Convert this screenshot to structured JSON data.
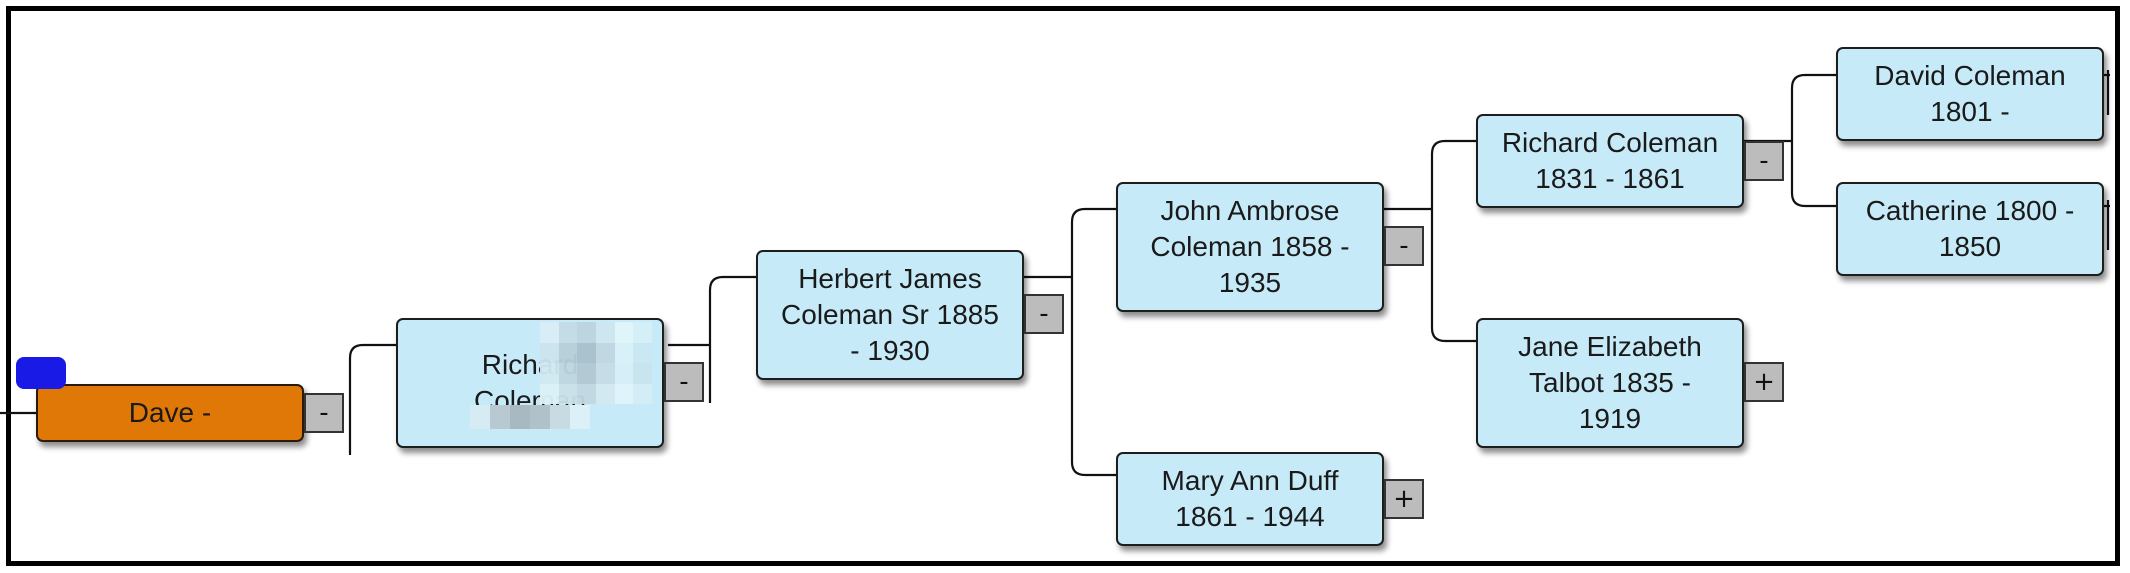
{
  "tree": {
    "root": {
      "label": "Dave -",
      "toggle": "-"
    },
    "badge": "",
    "gen1": [
      {
        "id": "richard-1",
        "label": "Richard\nColeman",
        "toggle": "-"
      }
    ],
    "gen2": [
      {
        "id": "herbert",
        "label": "Herbert James\nColeman Sr 1885\n- 1930",
        "toggle": "-"
      }
    ],
    "gen3": [
      {
        "id": "john-ambrose",
        "label": "John Ambrose\nColeman 1858 -\n1935",
        "toggle": "-"
      },
      {
        "id": "mary-ann",
        "label": "Mary Ann Duff\n1861 - 1944",
        "toggle": "+"
      }
    ],
    "gen4": [
      {
        "id": "richard-2",
        "label": "Richard Coleman\n1831 - 1861",
        "toggle": "-"
      },
      {
        "id": "jane",
        "label": "Jane Elizabeth\nTalbot 1835 -\n1919",
        "toggle": "+"
      }
    ],
    "gen5": [
      {
        "id": "david",
        "label": "David Coleman\n1801 -"
      },
      {
        "id": "catherine",
        "label": "Catherine 1800 -\n1850"
      }
    ]
  },
  "colors": {
    "node_fill": "#c6eaf8",
    "root_fill": "#e07807",
    "toggle_fill": "#bcbcbc",
    "badge_fill": "#1a1ae6"
  }
}
